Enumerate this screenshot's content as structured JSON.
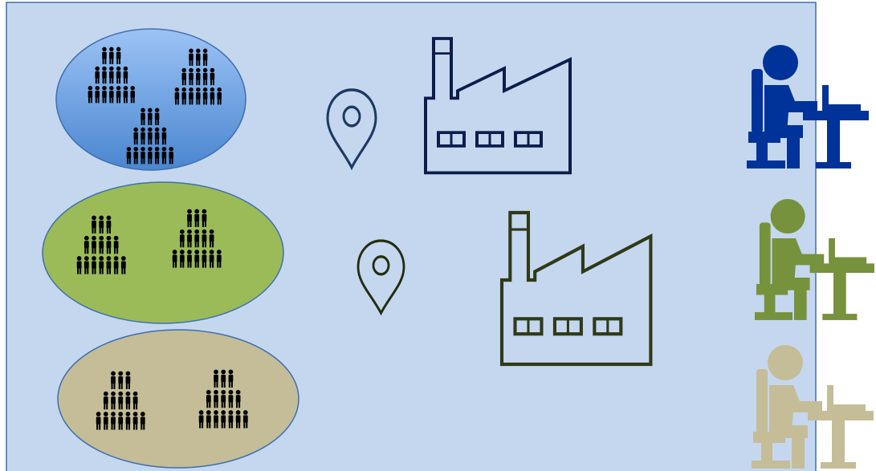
{
  "colors": {
    "panel_fill": "#c5d7ef",
    "panel_border": "#3f6fae",
    "ellipse_blue_top": "#9cc3f5",
    "ellipse_blue_bottom": "#4a86d0",
    "ellipse_green": "#9bbb59",
    "ellipse_tan": "#c4bd97",
    "people": "#000000",
    "pin_stroke_top": "#1f3864",
    "pin_stroke_mid": "#222e10",
    "factory_top_stroke": "#0b1e4a",
    "factory_mid_stroke": "#2f3a18",
    "worker_blue": "#003399",
    "worker_green": "#76923c",
    "worker_tan": "#c4bd97"
  },
  "groups": [
    {
      "name": "population-group-blue",
      "color_key": "ellipse_blue",
      "icon": "people-crowd-icon"
    },
    {
      "name": "population-group-green",
      "color_key": "ellipse_green",
      "icon": "people-crowd-icon"
    },
    {
      "name": "population-group-tan",
      "color_key": "ellipse_tan",
      "icon": "people-crowd-icon"
    }
  ],
  "icons": {
    "pin": "location-pin-icon",
    "factory": "factory-icon",
    "worker": "office-worker-at-desk-icon"
  }
}
